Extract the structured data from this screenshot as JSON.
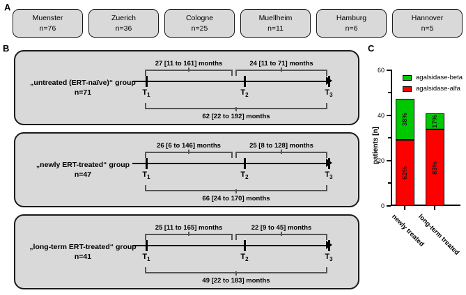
{
  "figure": {
    "panels": [
      {
        "letter": "A"
      },
      {
        "letter": "B"
      },
      {
        "letter": "C"
      }
    ]
  },
  "panelA": {
    "letter": "A",
    "sites": [
      {
        "name": "Muenster",
        "n": "n=76"
      },
      {
        "name": "Zuerich",
        "n": "n=36"
      },
      {
        "name": "Cologne",
        "n": "n=25"
      },
      {
        "name": "Muellheim",
        "n": "n=11"
      },
      {
        "name": "Hamburg",
        "n": "n=6"
      },
      {
        "name": "Hannover",
        "n": "n=5"
      }
    ]
  },
  "panelB": {
    "letter": "B",
    "timepoints": [
      {
        "id": "T1",
        "label": "T",
        "sub": "1"
      },
      {
        "id": "T2",
        "label": "T",
        "sub": "2"
      },
      {
        "id": "T3",
        "label": "T",
        "sub": "3"
      }
    ],
    "groups": [
      {
        "label": "„untreated (ERT-naïve)“ group",
        "n": "n=71",
        "interval_1": "27 [11 to 161] months",
        "interval_2": "24 [11 to 71] months",
        "interval_total": "62 [22 to 192] months"
      },
      {
        "label": "„newly ERT-treated“ group",
        "n": "n=47",
        "interval_1": "26 [6 to 146] months",
        "interval_2": "25 [8 to 128] months",
        "interval_total": "66 [24 to 170] months"
      },
      {
        "label": "„long-term ERT-treated“ group",
        "n": "n=41",
        "interval_1": "25 [11 to 165] months",
        "interval_2": "22 [9 to 45] months",
        "interval_total": "49 [22 to 183] months"
      }
    ]
  },
  "panelC": {
    "letter": "C"
  },
  "chart_data": {
    "type": "bar",
    "stacked": true,
    "title": "",
    "xlabel": "",
    "ylabel": "patients [n]",
    "ylim": [
      0,
      60
    ],
    "yticks": [
      0,
      20,
      40,
      60
    ],
    "yticks_minor": [
      10,
      30,
      50
    ],
    "grid": false,
    "legend_position": "top-right",
    "categories": [
      "newly treated",
      "long-term treated"
    ],
    "series": [
      {
        "name": "agalsidase-beta",
        "color": "#00c800",
        "values": [
          18,
          7
        ],
        "labels": [
          "38%",
          "17%"
        ]
      },
      {
        "name": "agalsidase-alfa",
        "color": "#ff0000",
        "values": [
          29,
          34
        ],
        "labels": [
          "62%",
          "83%"
        ]
      }
    ],
    "totals": [
      47,
      41
    ]
  }
}
